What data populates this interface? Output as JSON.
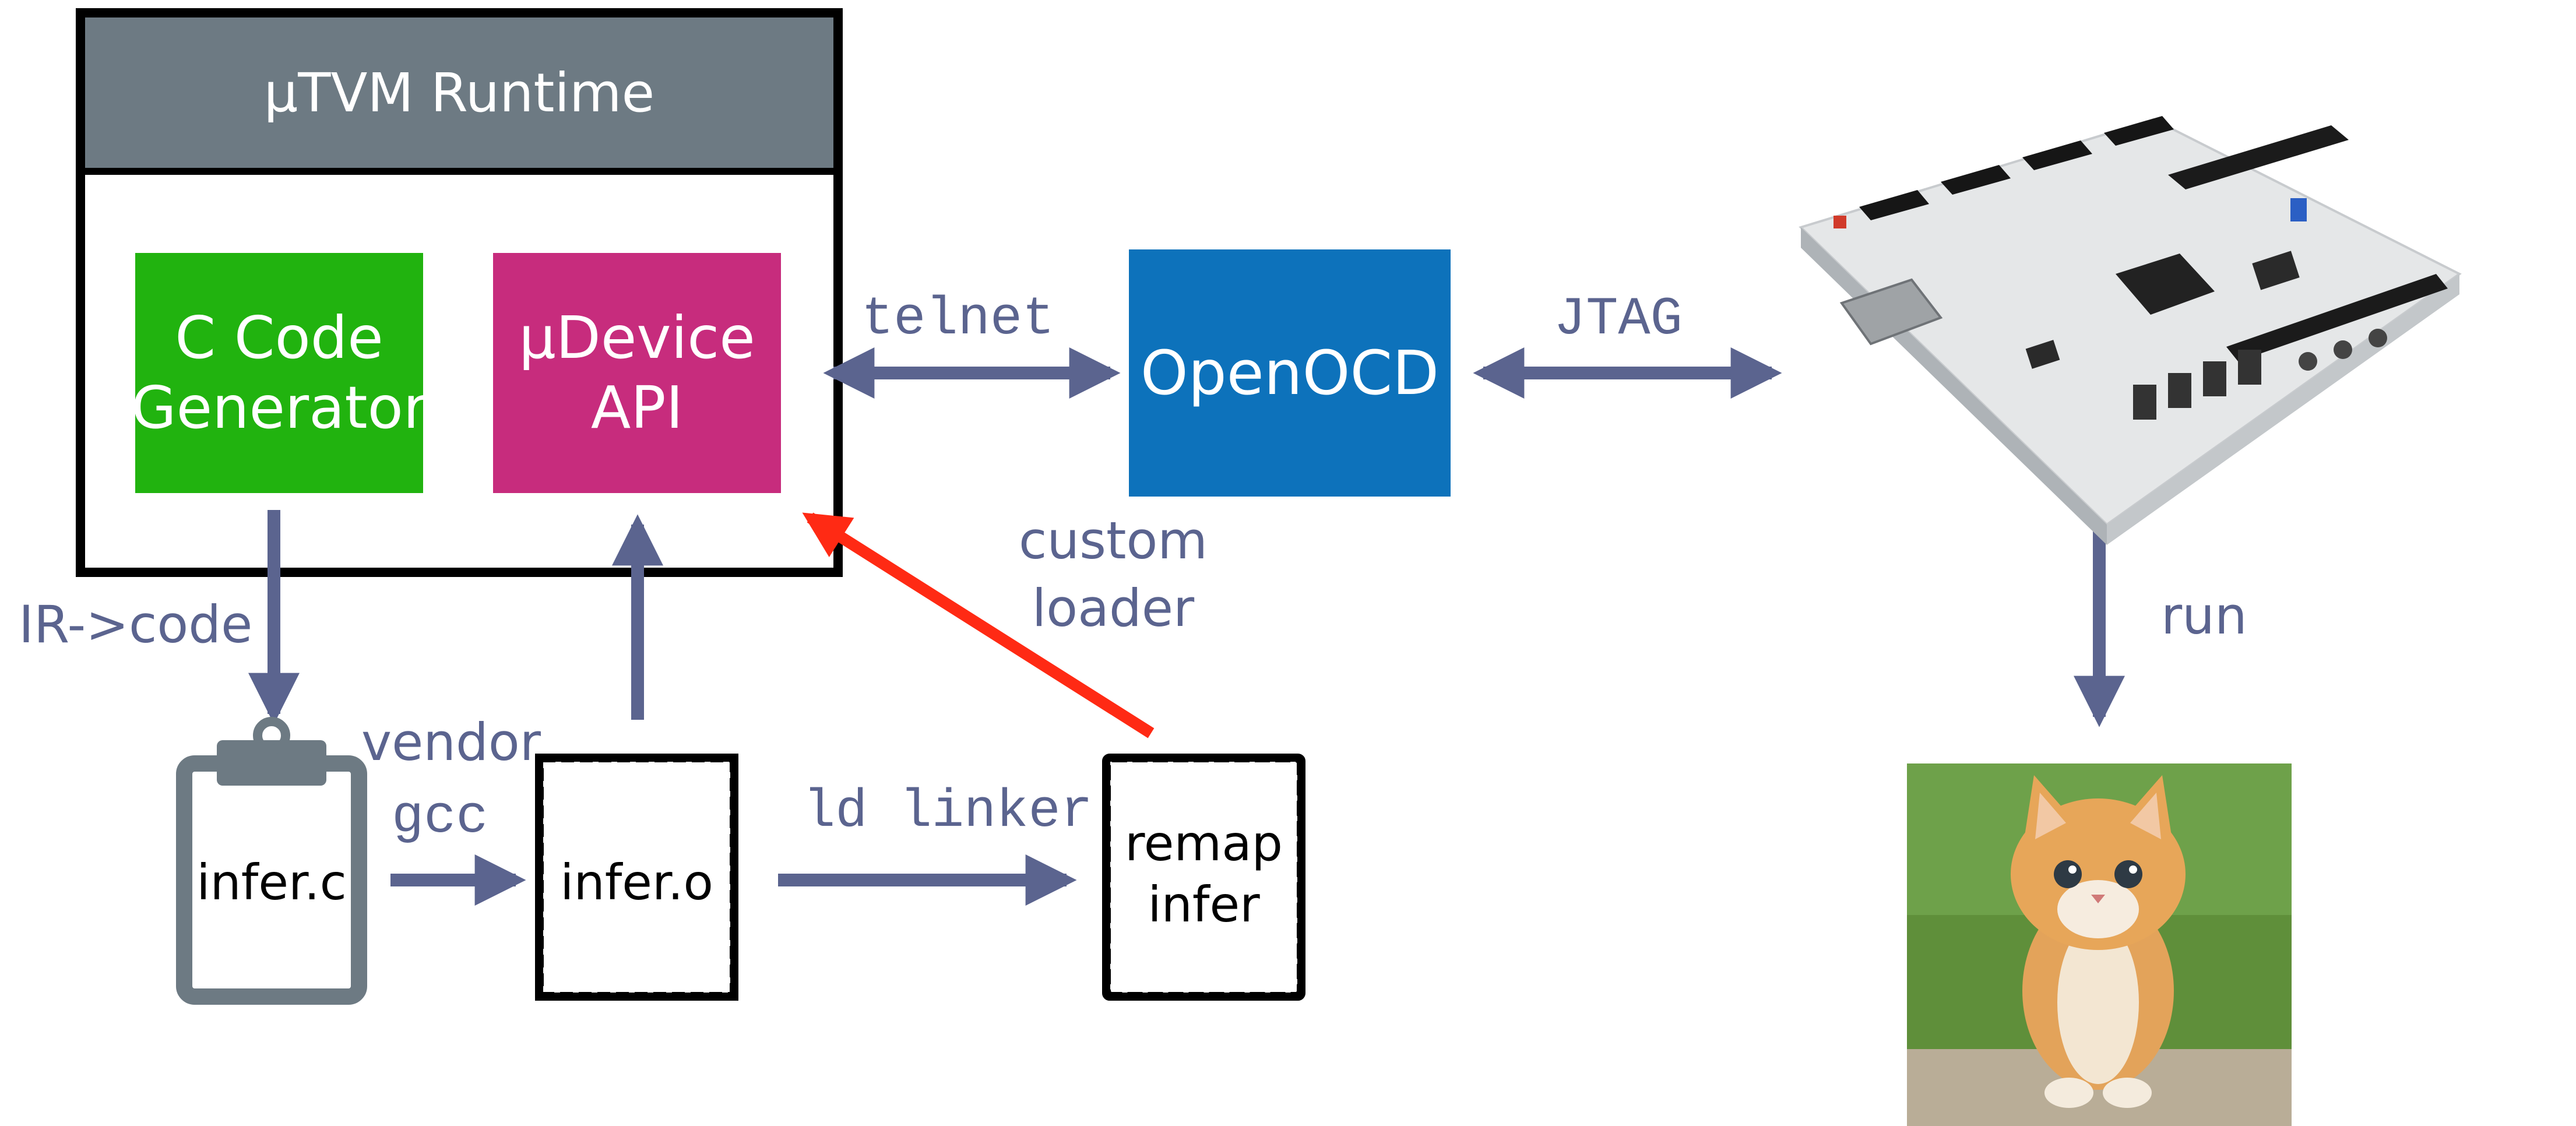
{
  "runtime": {
    "title": "µTVM Runtime",
    "codegen_label": "C Code\nGenerator",
    "udevice_label": "µDevice\nAPI"
  },
  "openocd_label": "OpenOCD",
  "edge_labels": {
    "telnet": "telnet",
    "jtag": "JTAG",
    "custom_loader": "custom\nloader",
    "ir_to_code": "IR->code",
    "vendor": "vendor",
    "gcc": "gcc",
    "ld_linker": "ld linker",
    "run": "run"
  },
  "files": {
    "infer_c": "infer.c",
    "infer_o": "infer.o",
    "remap_infer": "remap\ninfer"
  },
  "colors": {
    "arrow": "#5b648f",
    "highlight_arrow": "#ff2a14",
    "runtime_header": "#6d7a83",
    "codegen": "#21b30f",
    "udevice": "#c72c7d",
    "openocd": "#0d72bb"
  },
  "images": {
    "board": "fpga-dev-board-illustration",
    "kitten": "orange-kitten-photo"
  }
}
